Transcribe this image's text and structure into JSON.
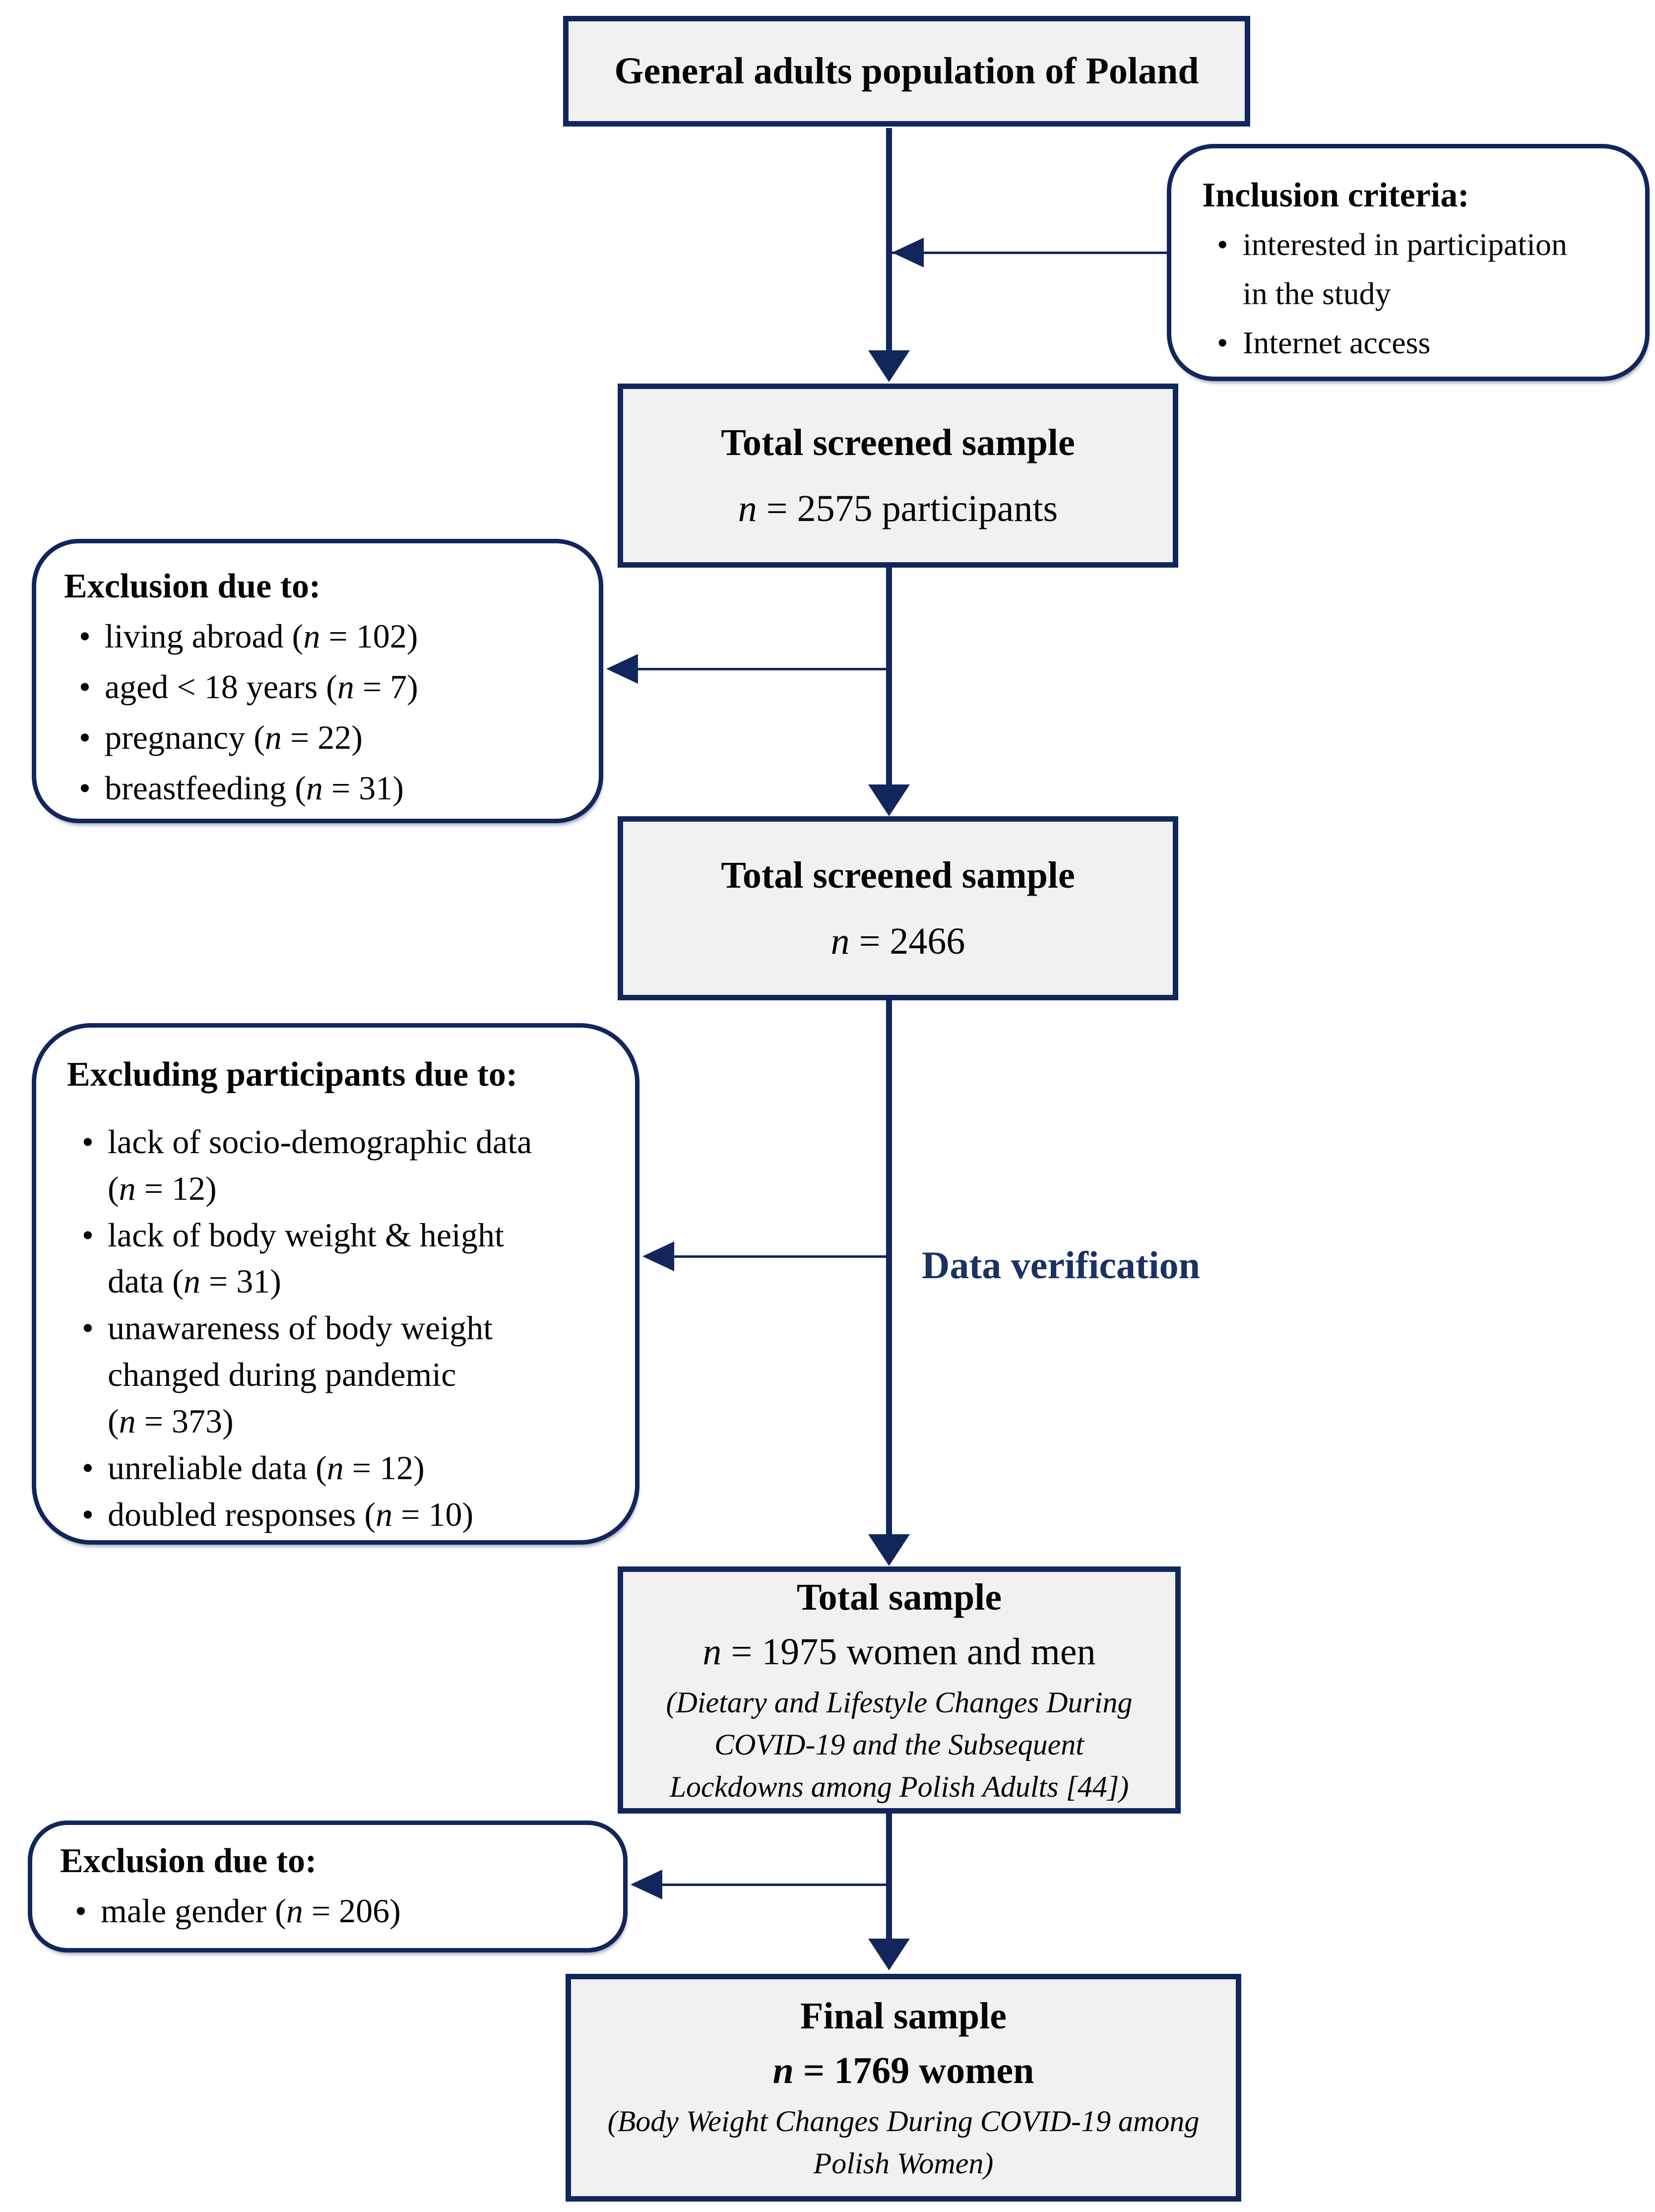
{
  "bullet_char": "•",
  "colors": {
    "navy_border": "#12265c",
    "box_fill": "#f1f1f1",
    "label_navy": "#1a3263",
    "text": "#050505"
  },
  "flow": {
    "population_box": {
      "title": "General adults population of Poland"
    },
    "inclusion_box": {
      "title": "Inclusion criteria:",
      "bullets": [
        {
          "segments": [
            {
              "t": "interested in participation"
            },
            {
              "br": true
            },
            {
              "t": "in the study"
            }
          ]
        },
        {
          "segments": [
            {
              "t": "Internet access"
            }
          ]
        }
      ]
    },
    "screened_box_1": {
      "title": "Total screened sample",
      "n_line": [
        {
          "t": "n",
          "i": true
        },
        {
          "t": " = 2575 participants"
        }
      ]
    },
    "exclusion_box_1": {
      "title": "Exclusion due to:",
      "bullets": [
        {
          "segments": [
            {
              "t": "living abroad ("
            },
            {
              "t": "n",
              "i": true
            },
            {
              "t": " = 102)"
            }
          ]
        },
        {
          "segments": [
            {
              "t": "aged < 18 years ("
            },
            {
              "t": "n",
              "i": true
            },
            {
              "t": " = 7)"
            }
          ]
        },
        {
          "segments": [
            {
              "t": "pregnancy ("
            },
            {
              "t": "n",
              "i": true
            },
            {
              "t": " = 22)"
            }
          ]
        },
        {
          "segments": [
            {
              "t": "breastfeeding ("
            },
            {
              "t": "n",
              "i": true
            },
            {
              "t": " = 31)"
            }
          ]
        }
      ]
    },
    "screened_box_2": {
      "title": "Total screened sample",
      "n_line": [
        {
          "t": "n",
          "i": true
        },
        {
          "t": " = 2466"
        }
      ]
    },
    "exclusion_box_2": {
      "title": "Excluding participants due to:",
      "bullets": [
        {
          "segments": [
            {
              "t": "lack of socio-demographic data"
            },
            {
              "br": true
            },
            {
              "t": "("
            },
            {
              "t": "n",
              "i": true
            },
            {
              "t": " = 12)"
            }
          ]
        },
        {
          "segments": [
            {
              "t": "lack of body weight & height"
            },
            {
              "br": true
            },
            {
              "t": "data ("
            },
            {
              "t": "n",
              "i": true
            },
            {
              "t": " = 31)"
            }
          ]
        },
        {
          "segments": [
            {
              "t": "unawareness of body weight"
            },
            {
              "br": true
            },
            {
              "t": "changed during pandemic"
            },
            {
              "br": true
            },
            {
              "t": "("
            },
            {
              "t": "n",
              "i": true
            },
            {
              "t": " = 373)"
            }
          ]
        },
        {
          "segments": [
            {
              "t": "unreliable data ("
            },
            {
              "t": "n",
              "i": true
            },
            {
              "t": " = 12)"
            }
          ]
        },
        {
          "segments": [
            {
              "t": "doubled responses ("
            },
            {
              "t": "n",
              "i": true
            },
            {
              "t": " = 10)"
            }
          ]
        }
      ]
    },
    "data_verification_label": "Data verification",
    "total_sample_box": {
      "title": "Total sample",
      "n_line": [
        {
          "t": "n",
          "i": true
        },
        {
          "t": " = 1975 women and men"
        }
      ],
      "subtitle": [
        {
          "t": "(Dietary and Lifestyle Changes During",
          "i": true
        },
        {
          "br": true
        },
        {
          "t": "COVID-19 and the Subsequent",
          "i": true
        },
        {
          "br": true
        },
        {
          "t": "Lockdowns among Polish Adults [44])",
          "i": true
        }
      ]
    },
    "exclusion_box_3": {
      "title": "Exclusion due to:",
      "bullets": [
        {
          "segments": [
            {
              "t": "male gender ("
            },
            {
              "t": "n",
              "i": true
            },
            {
              "t": " = 206)"
            }
          ]
        }
      ]
    },
    "final_box": {
      "title": "Final sample",
      "n_line": [
        {
          "t": "n",
          "i": true
        },
        {
          "t": " = 1769 women"
        }
      ],
      "subtitle": [
        {
          "t": "(Body Weight Changes During COVID-19 among",
          "i": true
        },
        {
          "br": true
        },
        {
          "t": "Polish Women)",
          "i": true
        }
      ]
    }
  }
}
